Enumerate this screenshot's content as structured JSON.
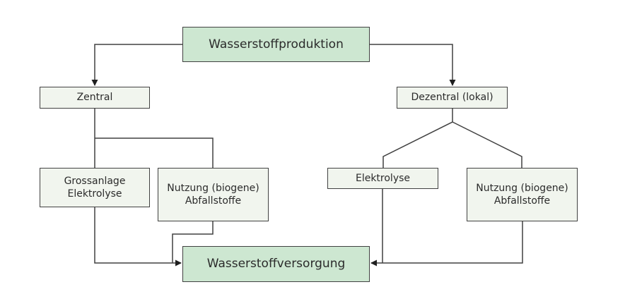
{
  "diagram": {
    "type": "flowchart",
    "nodes": {
      "production": {
        "label": "Wasserstoffproduktion",
        "style": "primary"
      },
      "zentral": {
        "label": "Zentral",
        "style": "secondary"
      },
      "dezentral": {
        "label": "Dezentral (lokal)",
        "style": "secondary"
      },
      "grossanlage": {
        "label": "Grossanlage Elektrolyse",
        "style": "secondary"
      },
      "nutzung_left": {
        "label": "Nutzung (biogene) Abfallstoffe",
        "style": "secondary"
      },
      "elektrolyse": {
        "label": "Elektrolyse",
        "style": "secondary"
      },
      "nutzung_right": {
        "label": "Nutzung (biogene) Abfallstoffe",
        "style": "secondary"
      },
      "versorgung": {
        "label": "Wasserstoffversorgung",
        "style": "primary"
      }
    },
    "edges": [
      {
        "from": "production",
        "to": "zentral",
        "arrow": true
      },
      {
        "from": "production",
        "to": "dezentral",
        "arrow": true
      },
      {
        "from": "zentral",
        "to": "grossanlage",
        "arrow": false
      },
      {
        "from": "zentral",
        "to": "nutzung_left",
        "arrow": false
      },
      {
        "from": "dezentral",
        "to": "elektrolyse",
        "arrow": false
      },
      {
        "from": "dezentral",
        "to": "nutzung_right",
        "arrow": false
      },
      {
        "from": "grossanlage",
        "to": "versorgung",
        "arrow": true
      },
      {
        "from": "nutzung_left",
        "to": "versorgung",
        "arrow": true
      },
      {
        "from": "elektrolyse",
        "to": "versorgung",
        "arrow": true
      },
      {
        "from": "nutzung_right",
        "to": "versorgung",
        "arrow": true
      }
    ],
    "colors": {
      "background": "#ffffff",
      "node_fill_primary": "#cde7d1",
      "node_fill_secondary": "#f1f5ee",
      "node_border": "#414141",
      "line": "#414141",
      "arrow": "#1f1f1f",
      "text": "#2b2b2b"
    }
  }
}
